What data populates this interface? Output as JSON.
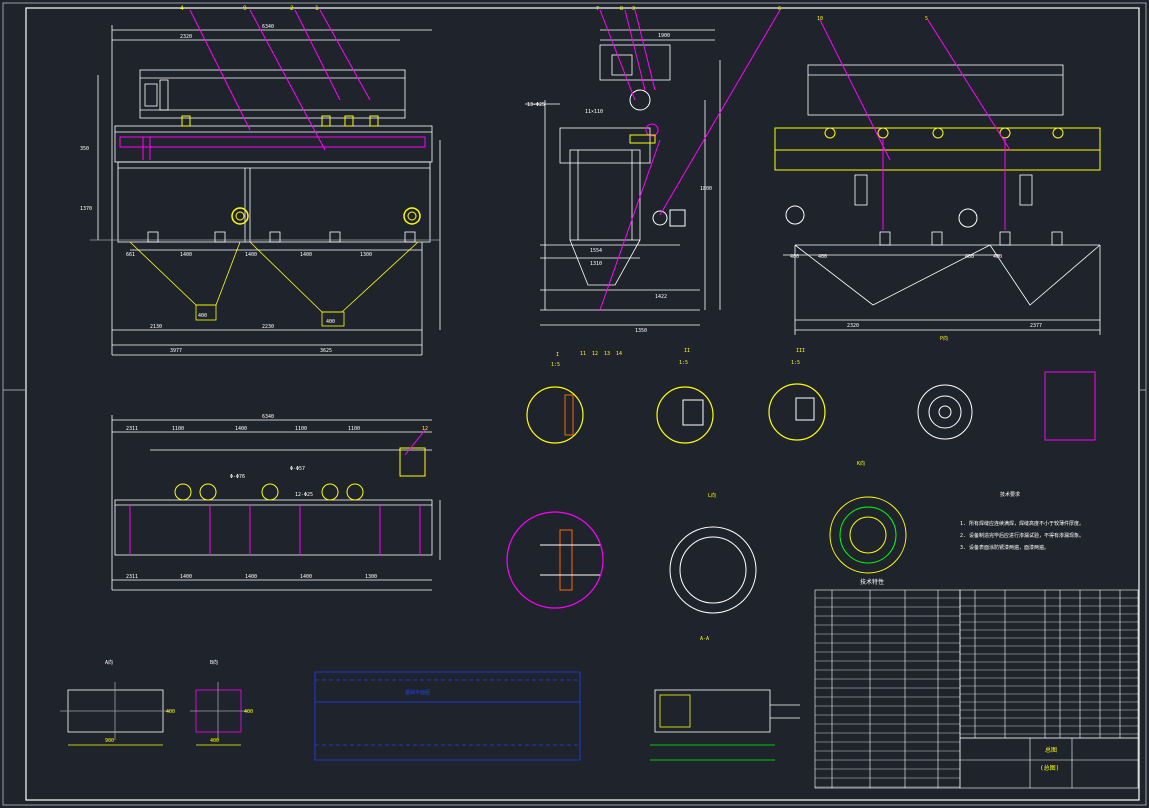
{
  "colors": {
    "background": "#1f232b",
    "line": "#ffffff",
    "yellow": "#ffff00",
    "magenta": "#ff00ff",
    "green": "#00ff00",
    "red": "#ff0000",
    "cyan": "#00ffff",
    "blue": "#2040ff"
  },
  "front_view": {
    "balloons": [
      "4",
      "9",
      "2",
      "1"
    ],
    "dims_top": [
      "6340",
      "2320"
    ],
    "dims_left": [
      "350",
      "1370"
    ],
    "dims_bottom_row": [
      "661",
      "1400",
      "1400",
      "1400",
      "1300"
    ],
    "dims_bottom": [
      "2130",
      "2230",
      "3977",
      "3625"
    ],
    "outlet_labels": [
      "400",
      "400"
    ]
  },
  "side_view": {
    "balloons": [
      "7",
      "8",
      "3",
      "6"
    ],
    "dims": [
      "1900",
      "1800",
      "1554",
      "1310",
      "1422",
      "1350"
    ],
    "labels": [
      "13-Φ25",
      "11×110"
    ]
  },
  "right_view": {
    "balloons": [
      "10",
      "5"
    ],
    "dims_bottom": [
      "2320",
      "2377"
    ],
    "dims_mid": [
      "400",
      "400",
      "400",
      "400"
    ]
  },
  "plan_view": {
    "balloon": "12",
    "dims_top": [
      "6340",
      "2311",
      "1100",
      "1400",
      "1100",
      "1100"
    ],
    "dims_bottom": [
      "2311",
      "1400",
      "1400",
      "1400",
      "1300"
    ],
    "labels": [
      "Φ-Φ76",
      "Φ-Φ57",
      "12-Φ25"
    ]
  },
  "details": {
    "circles": [
      "I",
      "II",
      "III"
    ],
    "scale": "1:5",
    "balloon_nums": [
      "11",
      "12",
      "13",
      "14"
    ],
    "flange_labels": [
      "P向",
      "L向",
      "K向"
    ]
  },
  "tech_requirements": {
    "title": "技术要求",
    "lines": [
      "1. 所有焊缝应连续满焊，焊缝高度不小于较薄件厚度。",
      "2. 设备制造完毕后应进行渗漏试验，不得有渗漏现象。",
      "3. 设备表面涂防锈漆两遍，面漆两遍。"
    ]
  },
  "tech_table": {
    "title": "技术特性"
  },
  "title_block": {
    "drawing_name": "总图",
    "note": "(总图)"
  },
  "bottom_views": {
    "left_label": "A向",
    "right_label": "B向",
    "box_dim_a": "900",
    "box_dim_a_side": "400",
    "box_dim_b": "400",
    "box_dim_b_side": "400",
    "ground_text": "基础平面图",
    "anchor_label": "A-A"
  }
}
